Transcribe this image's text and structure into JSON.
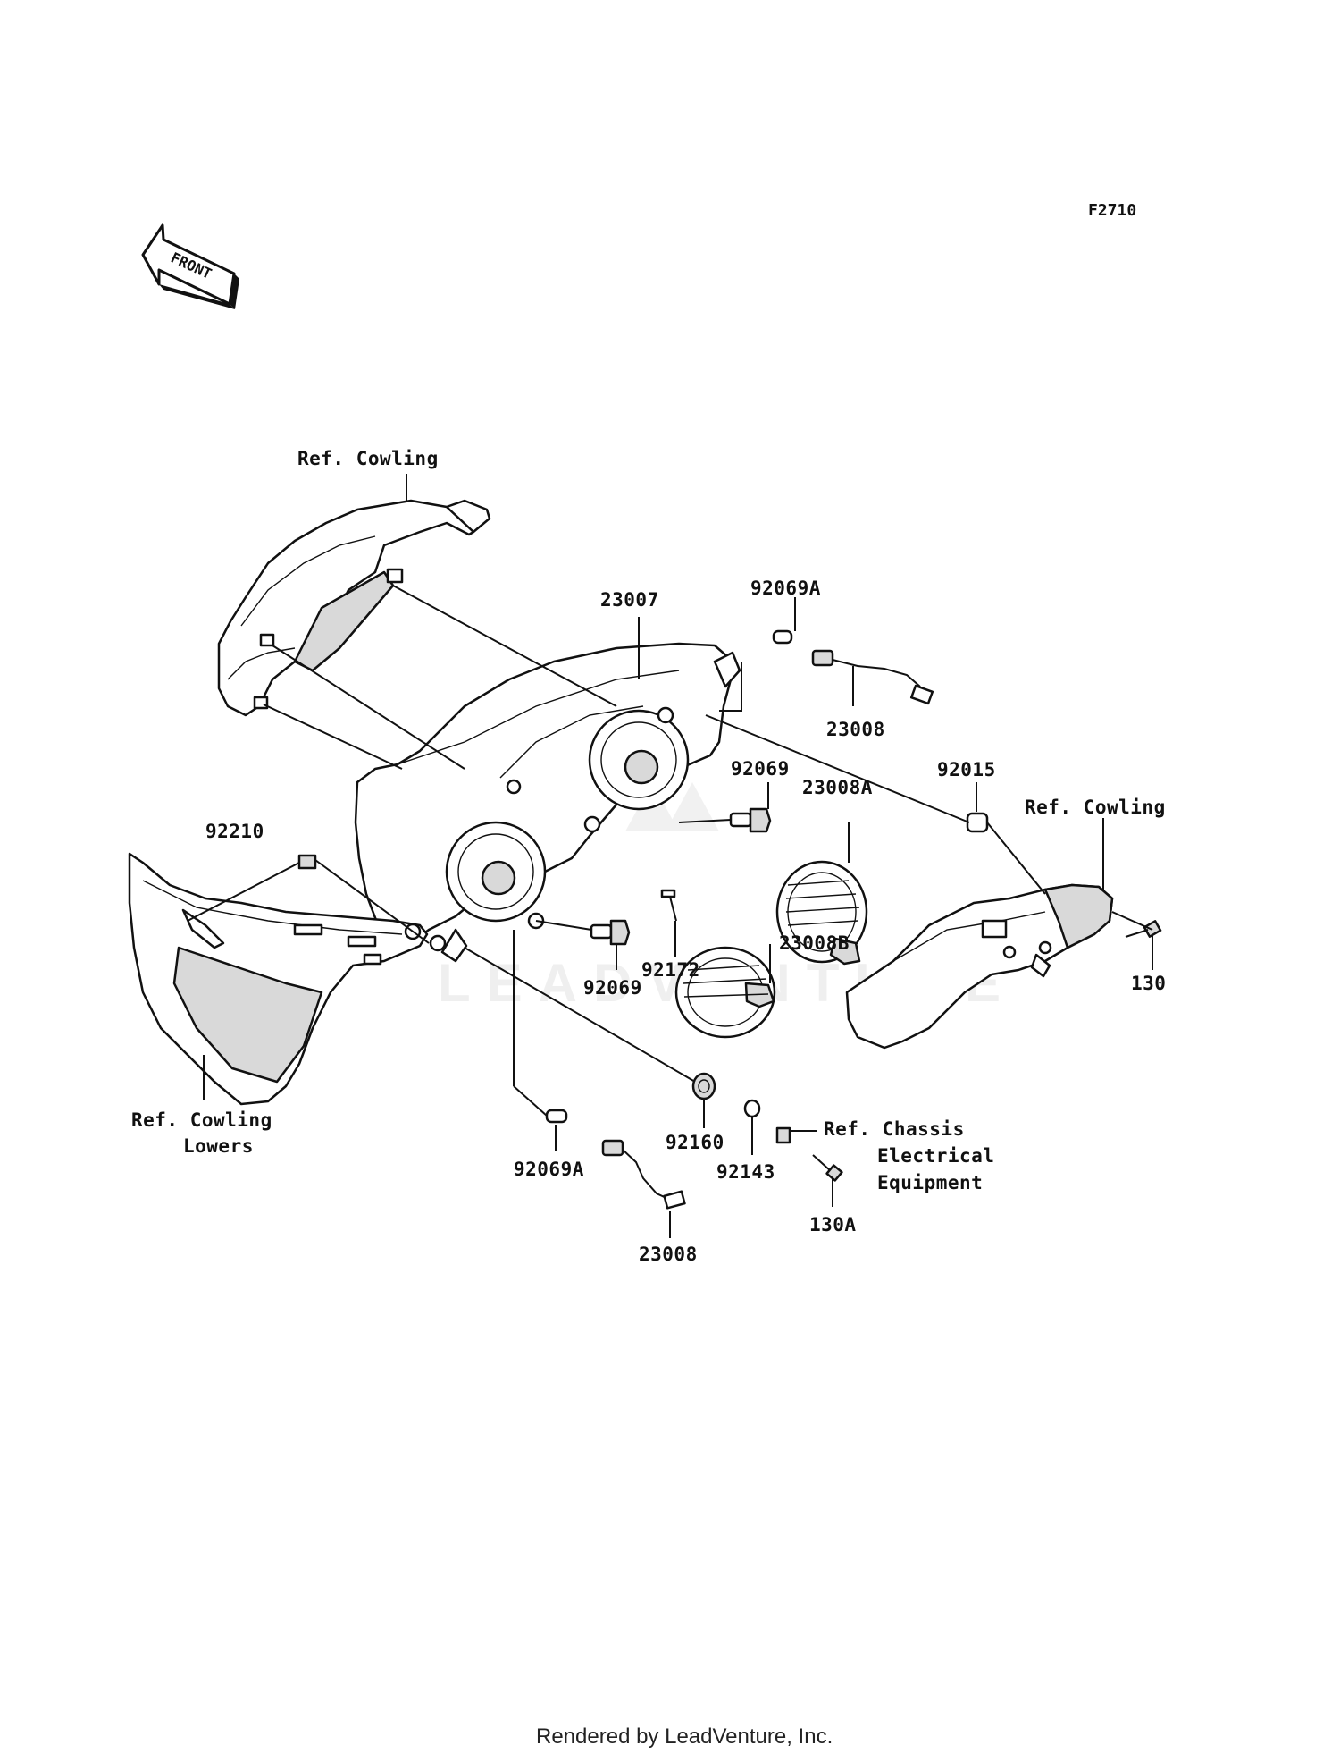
{
  "diagram_code": "F2710",
  "front_arrow": {
    "label": "FRONT",
    "icon": "front-direction-arrow-icon"
  },
  "labels": {
    "ref_cowling_top": "Ref. Cowling",
    "p23007": "23007",
    "p92069A_top": "92069A",
    "p23008_top": "23008",
    "p92069_upper": "92069",
    "p23008A": "23008A",
    "p92015": "92015",
    "ref_cowling_right": "Ref. Cowling",
    "p92210": "92210",
    "p92172": "92172",
    "p23008B": "23008B",
    "p92069_lower": "92069",
    "p130": "130",
    "ref_cowling_lowers_line1": "Ref. Cowling",
    "ref_cowling_lowers_line2": "Lowers",
    "p92160": "92160",
    "p92143": "92143",
    "ref_chassis_line1": "Ref. Chassis",
    "ref_chassis_line2": "Electrical",
    "ref_chassis_line3": "Equipment",
    "p92069A_bottom": "92069A",
    "p130A": "130A",
    "p23008_bottom": "23008"
  },
  "watermark": "LEADVENTURE",
  "footer": "Rendered by LeadVenture, Inc."
}
